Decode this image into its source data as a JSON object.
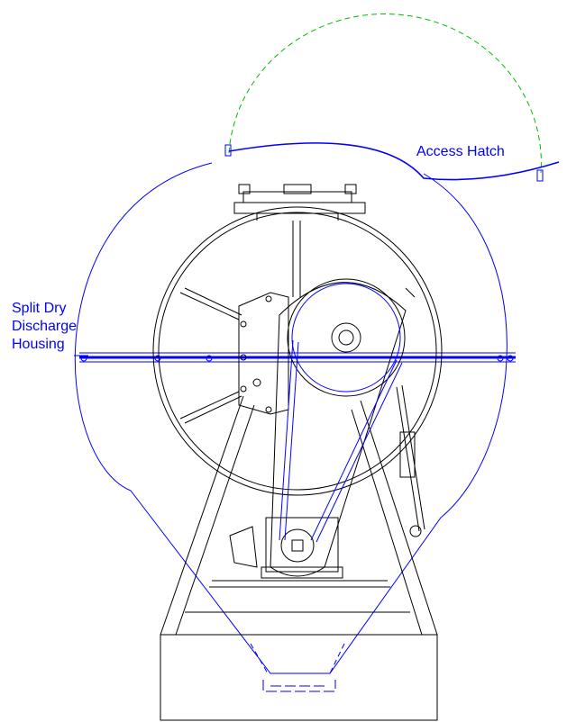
{
  "labels": {
    "access_hatch": "Access Hatch",
    "housing_line1": "Split Dry",
    "housing_line2": "Discharge",
    "housing_line3": "Housing"
  },
  "colors": {
    "housing_outline": "#0000ff",
    "hatch_open_path": "#00bb00",
    "machinery": "#000000",
    "background": "#ffffff"
  }
}
